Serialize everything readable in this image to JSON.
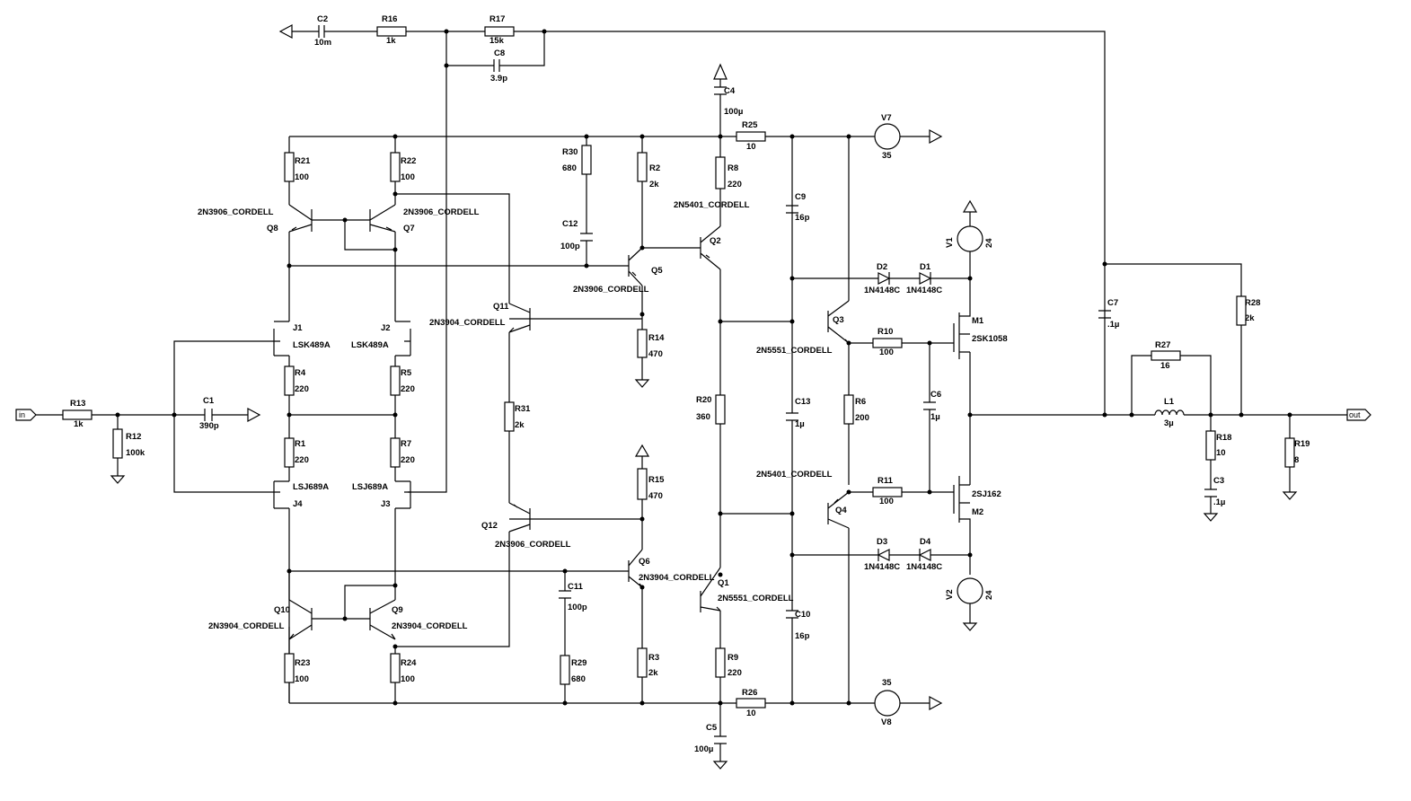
{
  "ports": {
    "in": "in",
    "out": "out"
  },
  "components": {
    "C2": {
      "ref": "C2",
      "value": "10m"
    },
    "R16": {
      "ref": "R16",
      "value": "1k"
    },
    "R17": {
      "ref": "R17",
      "value": "15k"
    },
    "C8": {
      "ref": "C8",
      "value": "3.9p"
    },
    "C4": {
      "ref": "C4",
      "value": "100µ"
    },
    "R25": {
      "ref": "R25",
      "value": "10"
    },
    "V7": {
      "ref": "V7",
      "value": "35"
    },
    "R30": {
      "ref": "R30",
      "value": "680"
    },
    "C12": {
      "ref": "C12",
      "value": "100p"
    },
    "R2": {
      "ref": "R2",
      "value": "2k"
    },
    "R8": {
      "ref": "R8",
      "value": "220"
    },
    "C9": {
      "ref": "C9",
      "value": "16p"
    },
    "R21": {
      "ref": "R21",
      "value": "100"
    },
    "R22": {
      "ref": "R22",
      "value": "100"
    },
    "Q8": {
      "ref": "Q8",
      "value": "2N3906_CORDELL"
    },
    "Q7": {
      "ref": "Q7",
      "value": "2N3906_CORDELL"
    },
    "Q2": {
      "ref": "Q2",
      "value": "2N5401_CORDELL"
    },
    "Q5": {
      "ref": "Q5",
      "value": "2N3906_CORDELL"
    },
    "V1": {
      "ref": "V1",
      "value": "24"
    },
    "D2": {
      "ref": "D2",
      "value": "1N4148C"
    },
    "D1": {
      "ref": "D1",
      "value": "1N4148C"
    },
    "C7": {
      "ref": "C7",
      "value": ".1µ"
    },
    "R28": {
      "ref": "R28",
      "value": "2k"
    },
    "Q11": {
      "ref": "Q11",
      "value": "2N3904_CORDELL"
    },
    "J1": {
      "ref": "J1",
      "value": "LSK489A"
    },
    "J2": {
      "ref": "J2",
      "value": "LSK489A"
    },
    "R14": {
      "ref": "R14",
      "value": "470"
    },
    "Q3": {
      "ref": "Q3",
      "value": "2N5551_CORDELL"
    },
    "M1": {
      "ref": "M1",
      "value": "2SK1058"
    },
    "R10": {
      "ref": "R10",
      "value": "100"
    },
    "R27": {
      "ref": "R27",
      "value": "16"
    },
    "R4": {
      "ref": "R4",
      "value": "220"
    },
    "R5": {
      "ref": "R5",
      "value": "220"
    },
    "C6": {
      "ref": "C6",
      "value": "1µ"
    },
    "R13": {
      "ref": "R13",
      "value": "1k"
    },
    "C1": {
      "ref": "C1",
      "value": "390p"
    },
    "R12": {
      "ref": "R12",
      "value": "100k"
    },
    "R31": {
      "ref": "R31",
      "value": "2k"
    },
    "R20": {
      "ref": "R20",
      "value": "360"
    },
    "C13": {
      "ref": "C13",
      "value": "1µ"
    },
    "R6": {
      "ref": "R6",
      "value": "200"
    },
    "L1": {
      "ref": "L1",
      "value": "3µ"
    },
    "R18": {
      "ref": "R18",
      "value": "10"
    },
    "R19": {
      "ref": "R19",
      "value": "8"
    },
    "R1": {
      "ref": "R1",
      "value": "220"
    },
    "R7": {
      "ref": "R7",
      "value": "220"
    },
    "C3": {
      "ref": "C3",
      "value": ".1µ"
    },
    "J4": {
      "ref": "J4",
      "value": "LSJ689A"
    },
    "J3": {
      "ref": "J3",
      "value": "LSJ689A"
    },
    "R15": {
      "ref": "R15",
      "value": "470"
    },
    "Q4": {
      "ref": "Q4",
      "value": "2N5401_CORDELL"
    },
    "R11": {
      "ref": "R11",
      "value": "100"
    },
    "M2": {
      "ref": "M2",
      "value": "2SJ162"
    },
    "Q12": {
      "ref": "Q12",
      "value": "2N3906_CORDELL"
    },
    "Q6": {
      "ref": "Q6",
      "value": "2N3904_CORDELL"
    },
    "D3": {
      "ref": "D3",
      "value": "1N4148C"
    },
    "D4": {
      "ref": "D4",
      "value": "1N4148C"
    },
    "Q1": {
      "ref": "Q1",
      "value": "2N5551_CORDELL"
    },
    "C11": {
      "ref": "C11",
      "value": "100p"
    },
    "Q10": {
      "ref": "Q10",
      "value": "2N3904_CORDELL"
    },
    "Q9": {
      "ref": "Q9",
      "value": "2N3904_CORDELL"
    },
    "V2": {
      "ref": "V2",
      "value": "24"
    },
    "C10": {
      "ref": "C10",
      "value": "16p"
    },
    "R23": {
      "ref": "R23",
      "value": "100"
    },
    "R24": {
      "ref": "R24",
      "value": "100"
    },
    "R29": {
      "ref": "R29",
      "value": "680"
    },
    "R3": {
      "ref": "R3",
      "value": "2k"
    },
    "R9": {
      "ref": "R9",
      "value": "220"
    },
    "R26": {
      "ref": "R26",
      "value": "10"
    },
    "V8": {
      "ref": "V8",
      "value": "35"
    },
    "C5": {
      "ref": "C5",
      "value": "100µ"
    }
  }
}
